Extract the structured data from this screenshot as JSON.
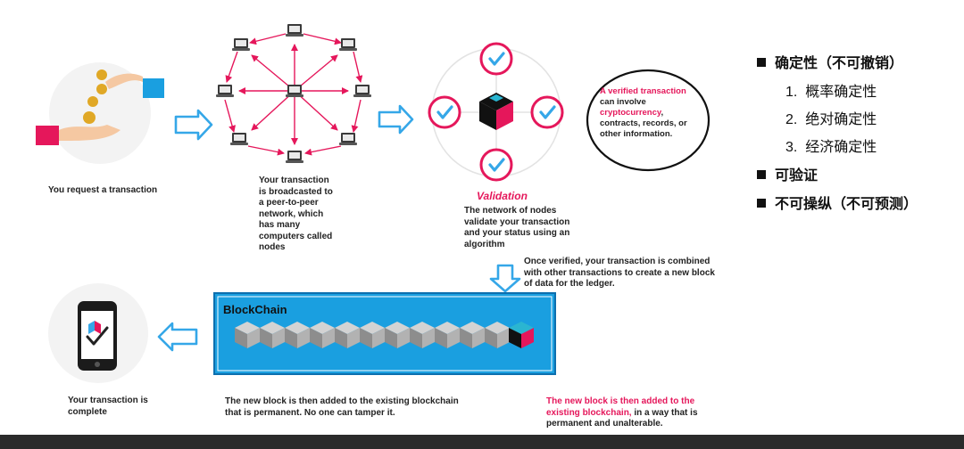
{
  "steps": {
    "request": "You request a transaction",
    "broadcast": "Your transaction is broadcasted to a peer-to-peer network, which has many computers called nodes",
    "validation_title": "Validation",
    "validation": "The network of nodes validate your transaction and your status using an algorithm",
    "combine": "Once verified, your transaction is combined with other transactions to create a new block of data for the ledger.",
    "blockchain_label": "BlockChain",
    "added": "The new block is then added to the existing blockchain that is permanent. No one can tamper it.",
    "complete": "Your transaction is complete"
  },
  "verified_callout": {
    "highlight": "A verified transaction",
    "line1": "can involve",
    "crypto": "cryptocurrency",
    "comma": ",",
    "rest": "contracts, records, or other information."
  },
  "permanent_note": {
    "pink": "The new block is then added to the existing blockchain,",
    "rest": "in a way that is permanent and unalterable."
  },
  "properties": {
    "items": [
      {
        "label": "确定性（不可撤销）",
        "sub": [
          {
            "num": "1.",
            "text": "概率确定性"
          },
          {
            "num": "2.",
            "text": "绝对确定性"
          },
          {
            "num": "3.",
            "text": "经济确定性"
          }
        ]
      },
      {
        "label": "可验证"
      },
      {
        "label": "不可操纵（不可预测）"
      }
    ]
  },
  "colors": {
    "pink": "#e5175b",
    "blue": "#1a9fe0",
    "arrow_blue": "#35a7e8",
    "cube_dark": "#111111",
    "cube_cyan": "#2ab5d1"
  }
}
